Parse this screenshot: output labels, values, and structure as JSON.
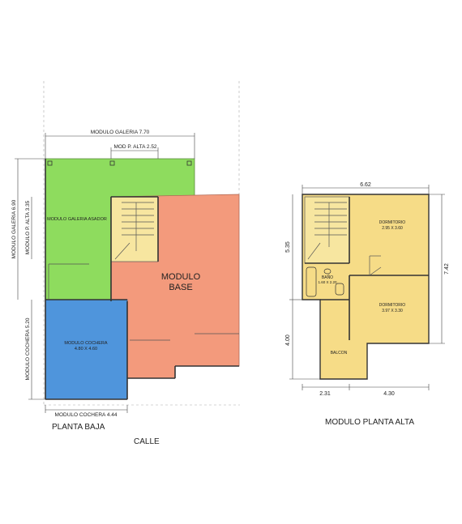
{
  "colors": {
    "galeria": "#8edc5e",
    "base": "#f39a7c",
    "cochera": "#4f95dc",
    "alta": "#f6dc87",
    "stair": "#f7e6a0"
  },
  "ground_floor": {
    "plan_title": "PLANTA BAJA",
    "street_label": "CALLE",
    "dim_modulo_galeria": "MODULO GALERIA  7.70",
    "dim_mod_p_alta": "MOD P. ALTA  2.52",
    "dim_galeria_vertical": "MODULO GALERIA  6.90",
    "dim_p_alta_vertical": "MODULO P. ALTA  3.35",
    "dim_cochera_vertical": "MODULO COCHERA  5.20",
    "dim_cochera_bottom": "MODULO COCHERA  4.44",
    "room_galeria": "MODULO GALERIA ASADOR",
    "room_base_line1": "MODULO",
    "room_base_line2": "BASE",
    "room_cochera": "MODULO COCHERA",
    "room_cochera_size": "4.80 X 4.60"
  },
  "upper_floor": {
    "plan_title": "MODULO PLANTA ALTA",
    "dim_top": "6.62",
    "dim_right": "7.42",
    "dim_left_upper": "5.35",
    "dim_left_lower": "4.00",
    "dim_bottom_left": "2.31",
    "dim_bottom_right": "4.30",
    "room_dorm1": "DORMITORIO",
    "room_dorm1_size": "2.95 X 3.60",
    "room_dorm2": "DORMITORIO",
    "room_dorm2_size": "3.97 X 3.30",
    "room_bano": "BAÑO",
    "room_bano_size": "1.60 X 2.20",
    "room_balcon": "BALCON"
  }
}
